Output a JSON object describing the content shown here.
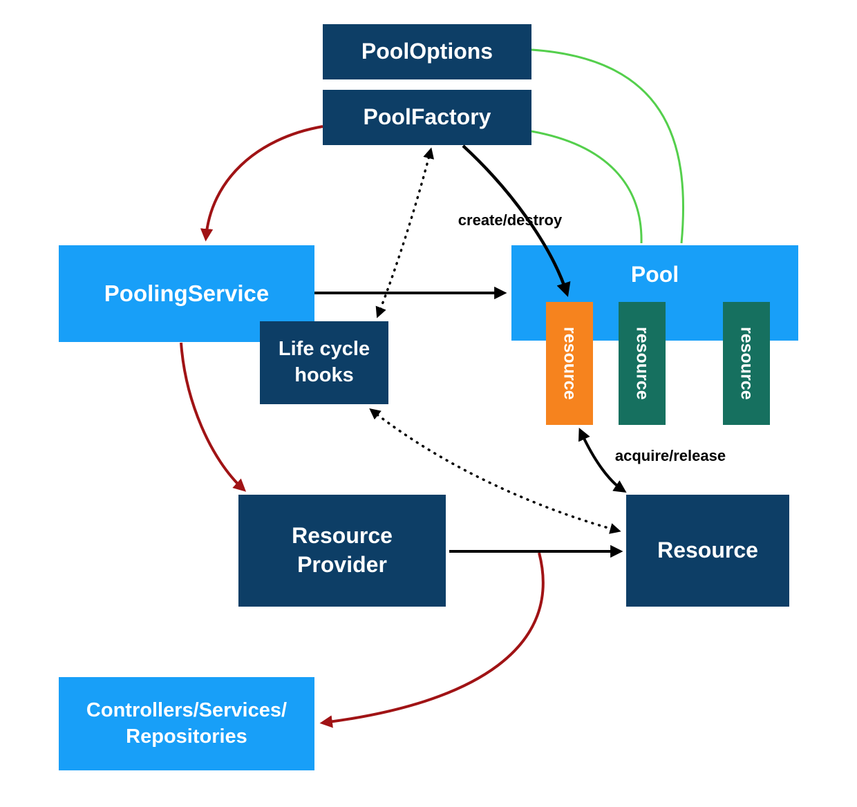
{
  "diagram": {
    "nodes": {
      "pool_options": {
        "label": "PoolOptions"
      },
      "pool_factory": {
        "label": "PoolFactory"
      },
      "pooling_service": {
        "label": "PoolingService"
      },
      "pool": {
        "label": "Pool"
      },
      "pool_resources": [
        {
          "label": "resource",
          "color": "#f6831e"
        },
        {
          "label": "resource",
          "color": "#16705f"
        },
        {
          "label": "resource",
          "color": "#16705f"
        }
      ],
      "life_cycle_hooks": {
        "lines": [
          "Life cycle",
          "hooks"
        ]
      },
      "resource_provider": {
        "lines": [
          "Resource",
          "Provider"
        ]
      },
      "resource": {
        "label": "Resource"
      },
      "controllers": {
        "lines": [
          "Controllers/Services/",
          "Repositories"
        ]
      }
    },
    "edge_labels": {
      "create_destroy": "create/destroy",
      "acquire_release": "acquire/release"
    },
    "colors": {
      "navy_box": "#0d3e66",
      "bright_blue_box": "#189ff8",
      "orange_resource": "#f6831e",
      "teal_resource": "#16705f",
      "green_edge": "#54cf4c",
      "red_edge": "#a01315",
      "black_edge": "#000000",
      "label_text": "#ffffff"
    }
  }
}
